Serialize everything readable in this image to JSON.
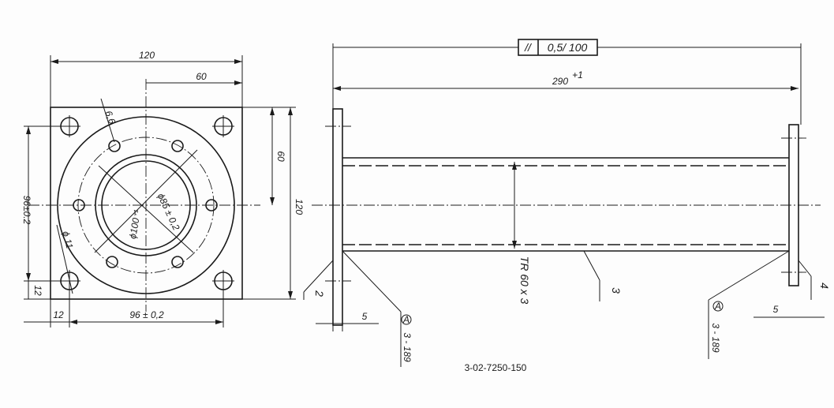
{
  "drawing_number": "3-02-7250-150",
  "front_view": {
    "dim_width": "120",
    "dim_half_width": "60",
    "dim_half_height": "60",
    "dim_height": "120",
    "dim_hole_spacing_v": "96±0.2",
    "dim_hole_spacing_h": "96 ± 0,2",
    "dim_edge_bottom": "12",
    "dim_edge_left": "12",
    "dim_small_hole": "6,6",
    "dim_corner_hole": "ϕ 11",
    "dim_bore": "ϕ100⁺¹",
    "dim_bolt_circle": "ϕ85 ± 0,2"
  },
  "side_view": {
    "parallelism_symbol": "//",
    "parallelism_value": "0,5/ 100",
    "dim_length": "290",
    "dim_length_tol": "+1",
    "thread_label": "TR 60 x 3",
    "part_2": "2",
    "part_3": "3",
    "part_4": "4",
    "dim_flange_left": "5",
    "dim_flange_right": "5",
    "weld_ref_left": "3 - 189",
    "weld_ref_right": "3 - 189",
    "weld_symbol": "A"
  }
}
